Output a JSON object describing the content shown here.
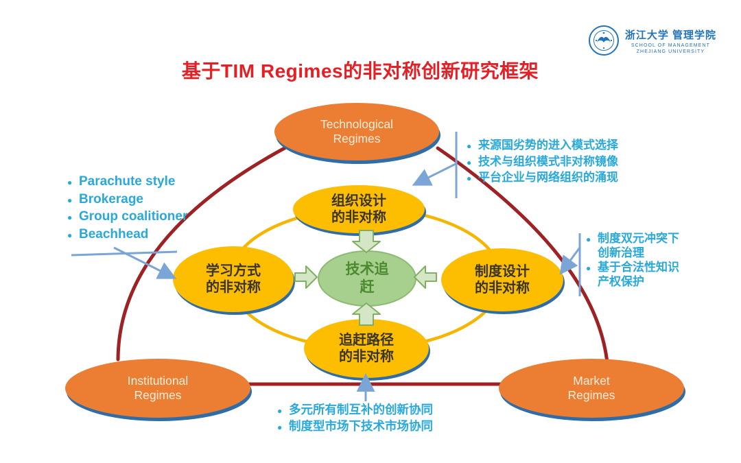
{
  "title": "基于TIM Regimes的非对称创新研究框架",
  "logo": {
    "cn_name": "浙江大学 管理学院",
    "en_line1": "SCHOOL OF MANAGEMENT",
    "en_line2": "ZHEJIANG UNIVERSITY"
  },
  "nodes": {
    "technological": {
      "line1": "Technological",
      "line2": "Regimes"
    },
    "institutional": {
      "line1": "Institutional",
      "line2": "Regimes"
    },
    "market": {
      "line1": "Market",
      "line2": "Regimes"
    },
    "org_design": {
      "line1": "组织设计",
      "line2": "的非对称"
    },
    "learning": {
      "line1": "学习方式",
      "line2": "的非对称"
    },
    "institution_design": {
      "line1": "制度设计",
      "line2": "的非对称"
    },
    "catchup_path": {
      "line1": "追赶路径",
      "line2": "的非对称"
    },
    "center": {
      "line1": "技术追",
      "line2": "赶"
    }
  },
  "callouts": {
    "left": {
      "items": [
        "Parachute style",
        "Brokerage",
        "Group coalitioner",
        "Beachhead"
      ]
    },
    "top_right": {
      "items": [
        "来源国劣势的进入模式选择",
        "技术与组织模式非对称镜像",
        "平台企业与网络组织的涌现"
      ]
    },
    "right": {
      "items": [
        "制度双元冲突下创新治理",
        "基于合法性知识产权保护"
      ]
    },
    "bottom": {
      "items": [
        "多元所有制互补的创新协同",
        "制度型市场下技术市场协同"
      ]
    }
  },
  "ui": {
    "bullet_glyph": "●"
  },
  "colors": {
    "title_red": "#E32025",
    "triangle_dark_red": "#9E2123",
    "regime_orange": "#EC7E33",
    "node_yellow": "#FDBD00",
    "ring_yellow": "#F5B500",
    "center_green_fill": "#A7CF8D",
    "center_green_text": "#4C8A2F",
    "blue_rim": "#2E6DA8",
    "callout_cyan": "#29A9DB",
    "connector_blue": "#7AA5D6",
    "logo_blue": "#2273B8"
  }
}
